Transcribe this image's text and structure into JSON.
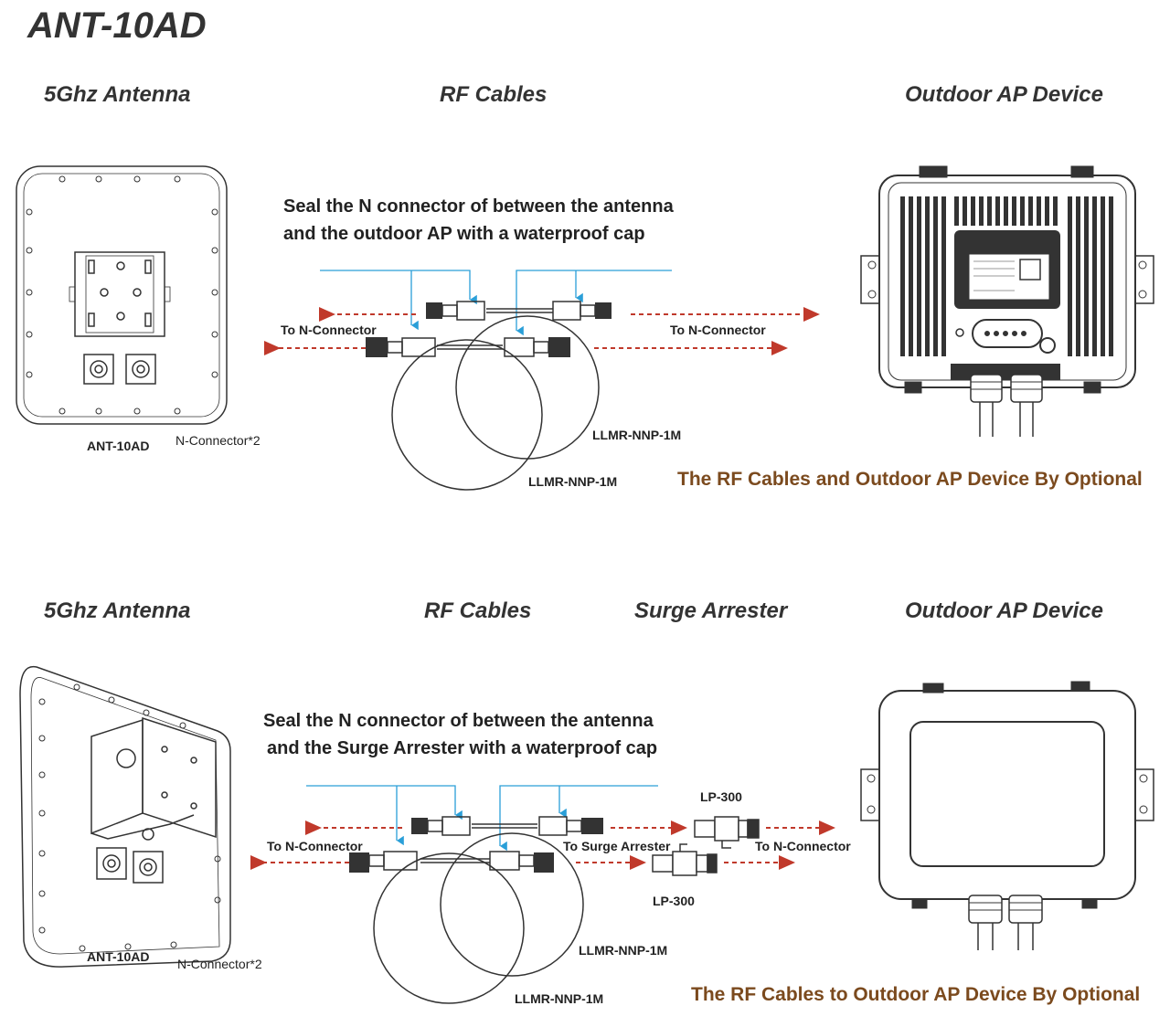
{
  "title": "ANT-10AD",
  "section1": {
    "headings": {
      "antenna": "5Ghz Antenna",
      "cables": "RF Cables",
      "ap": "Outdoor AP Device"
    },
    "seal_line1": "Seal the N connector of between the antenna",
    "seal_line2": "and the outdoor AP with a waterproof cap",
    "to_n_left": "To N-Connector",
    "to_n_right": "To N-Connector",
    "cable_a": "LLMR-NNP-1M",
    "cable_b": "LLMR-NNP-1M",
    "model": "ANT-10AD",
    "connectors": "N-Connector*2",
    "optional": "The RF Cables and Outdoor AP Device By Optional"
  },
  "section2": {
    "headings": {
      "antenna": "5Ghz Antenna",
      "cables": "RF Cables",
      "surge": "Surge Arrester",
      "ap": "Outdoor AP Device"
    },
    "seal_line1": "Seal the N connector of between the antenna",
    "seal_line2": "and the Surge Arrester with a waterproof cap",
    "to_n_left": "To N-Connector",
    "to_surge": "To Surge Arrester",
    "to_n_right": "To N-Connector",
    "lp_top": "LP-300",
    "lp_bottom": "LP-300",
    "cable_a": "LLMR-NNP-1M",
    "cable_b": "LLMR-NNP-1M",
    "model": "ANT-10AD",
    "connectors": "N-Connector*2",
    "optional": "The RF Cables to Outdoor AP Device By Optional"
  },
  "colors": {
    "guide_line": "#2a9fd8",
    "arrow": "#c0392b",
    "optional_text": "#7b4a1e",
    "line_art": "#333333"
  }
}
